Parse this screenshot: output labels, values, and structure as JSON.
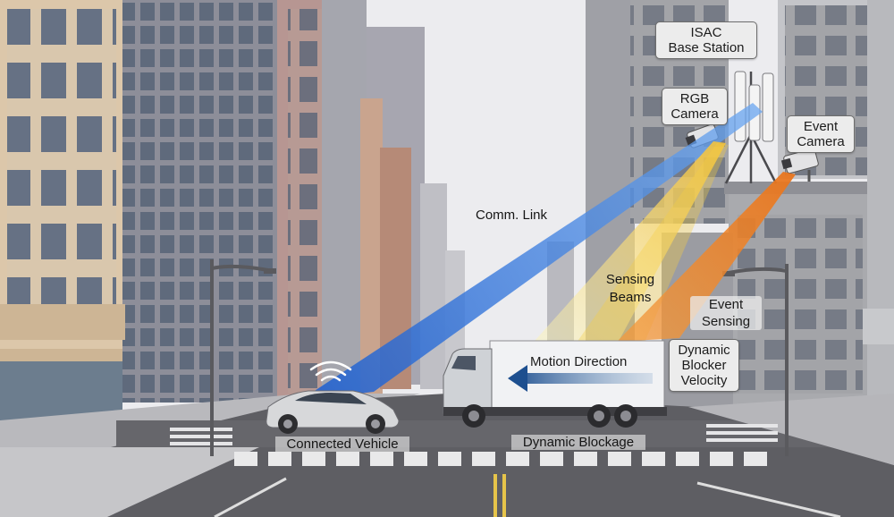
{
  "labels": {
    "isac": "ISAC\nBase Station",
    "rgb": "RGB\nCamera",
    "event_cam": "Event\nCamera",
    "comm_link": "Comm. Link",
    "sensing_beams": "Sensing\nBeams",
    "event_sensing": "Event\nSensing",
    "dyn_velocity": "Dynamic\nBlocker\nVelocity",
    "motion": "Motion Direction",
    "connected": "Connected Vehicle",
    "blockage": "Dynamic Blockage"
  },
  "colors": {
    "comm_beam": "#3f86e0",
    "sensing_beam": "#f5cd42",
    "event_beam": "#f08a2a",
    "sky": "#ececef",
    "road": "#5e5e63"
  }
}
